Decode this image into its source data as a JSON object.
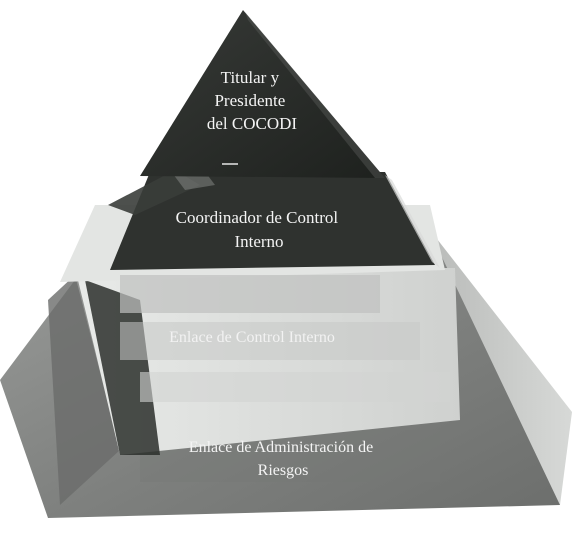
{
  "diagram": {
    "levels": [
      {
        "id": "titular",
        "lines": [
          "Titular y",
          "Presidente",
          "del COCODI"
        ],
        "color": "#2b2e2b"
      },
      {
        "id": "coordinador",
        "lines": [
          "Coordinador de Control",
          "Interno"
        ],
        "color": "#353835"
      },
      {
        "id": "enlace-control",
        "lines": [
          "Enlace de Control Interno"
        ],
        "color": "#d9dbd9"
      },
      {
        "id": "enlace-riesgos",
        "lines": [
          "Enlace de Administración de",
          "Riesgos"
        ],
        "color": "#8e908e"
      }
    ],
    "separator": "—"
  }
}
